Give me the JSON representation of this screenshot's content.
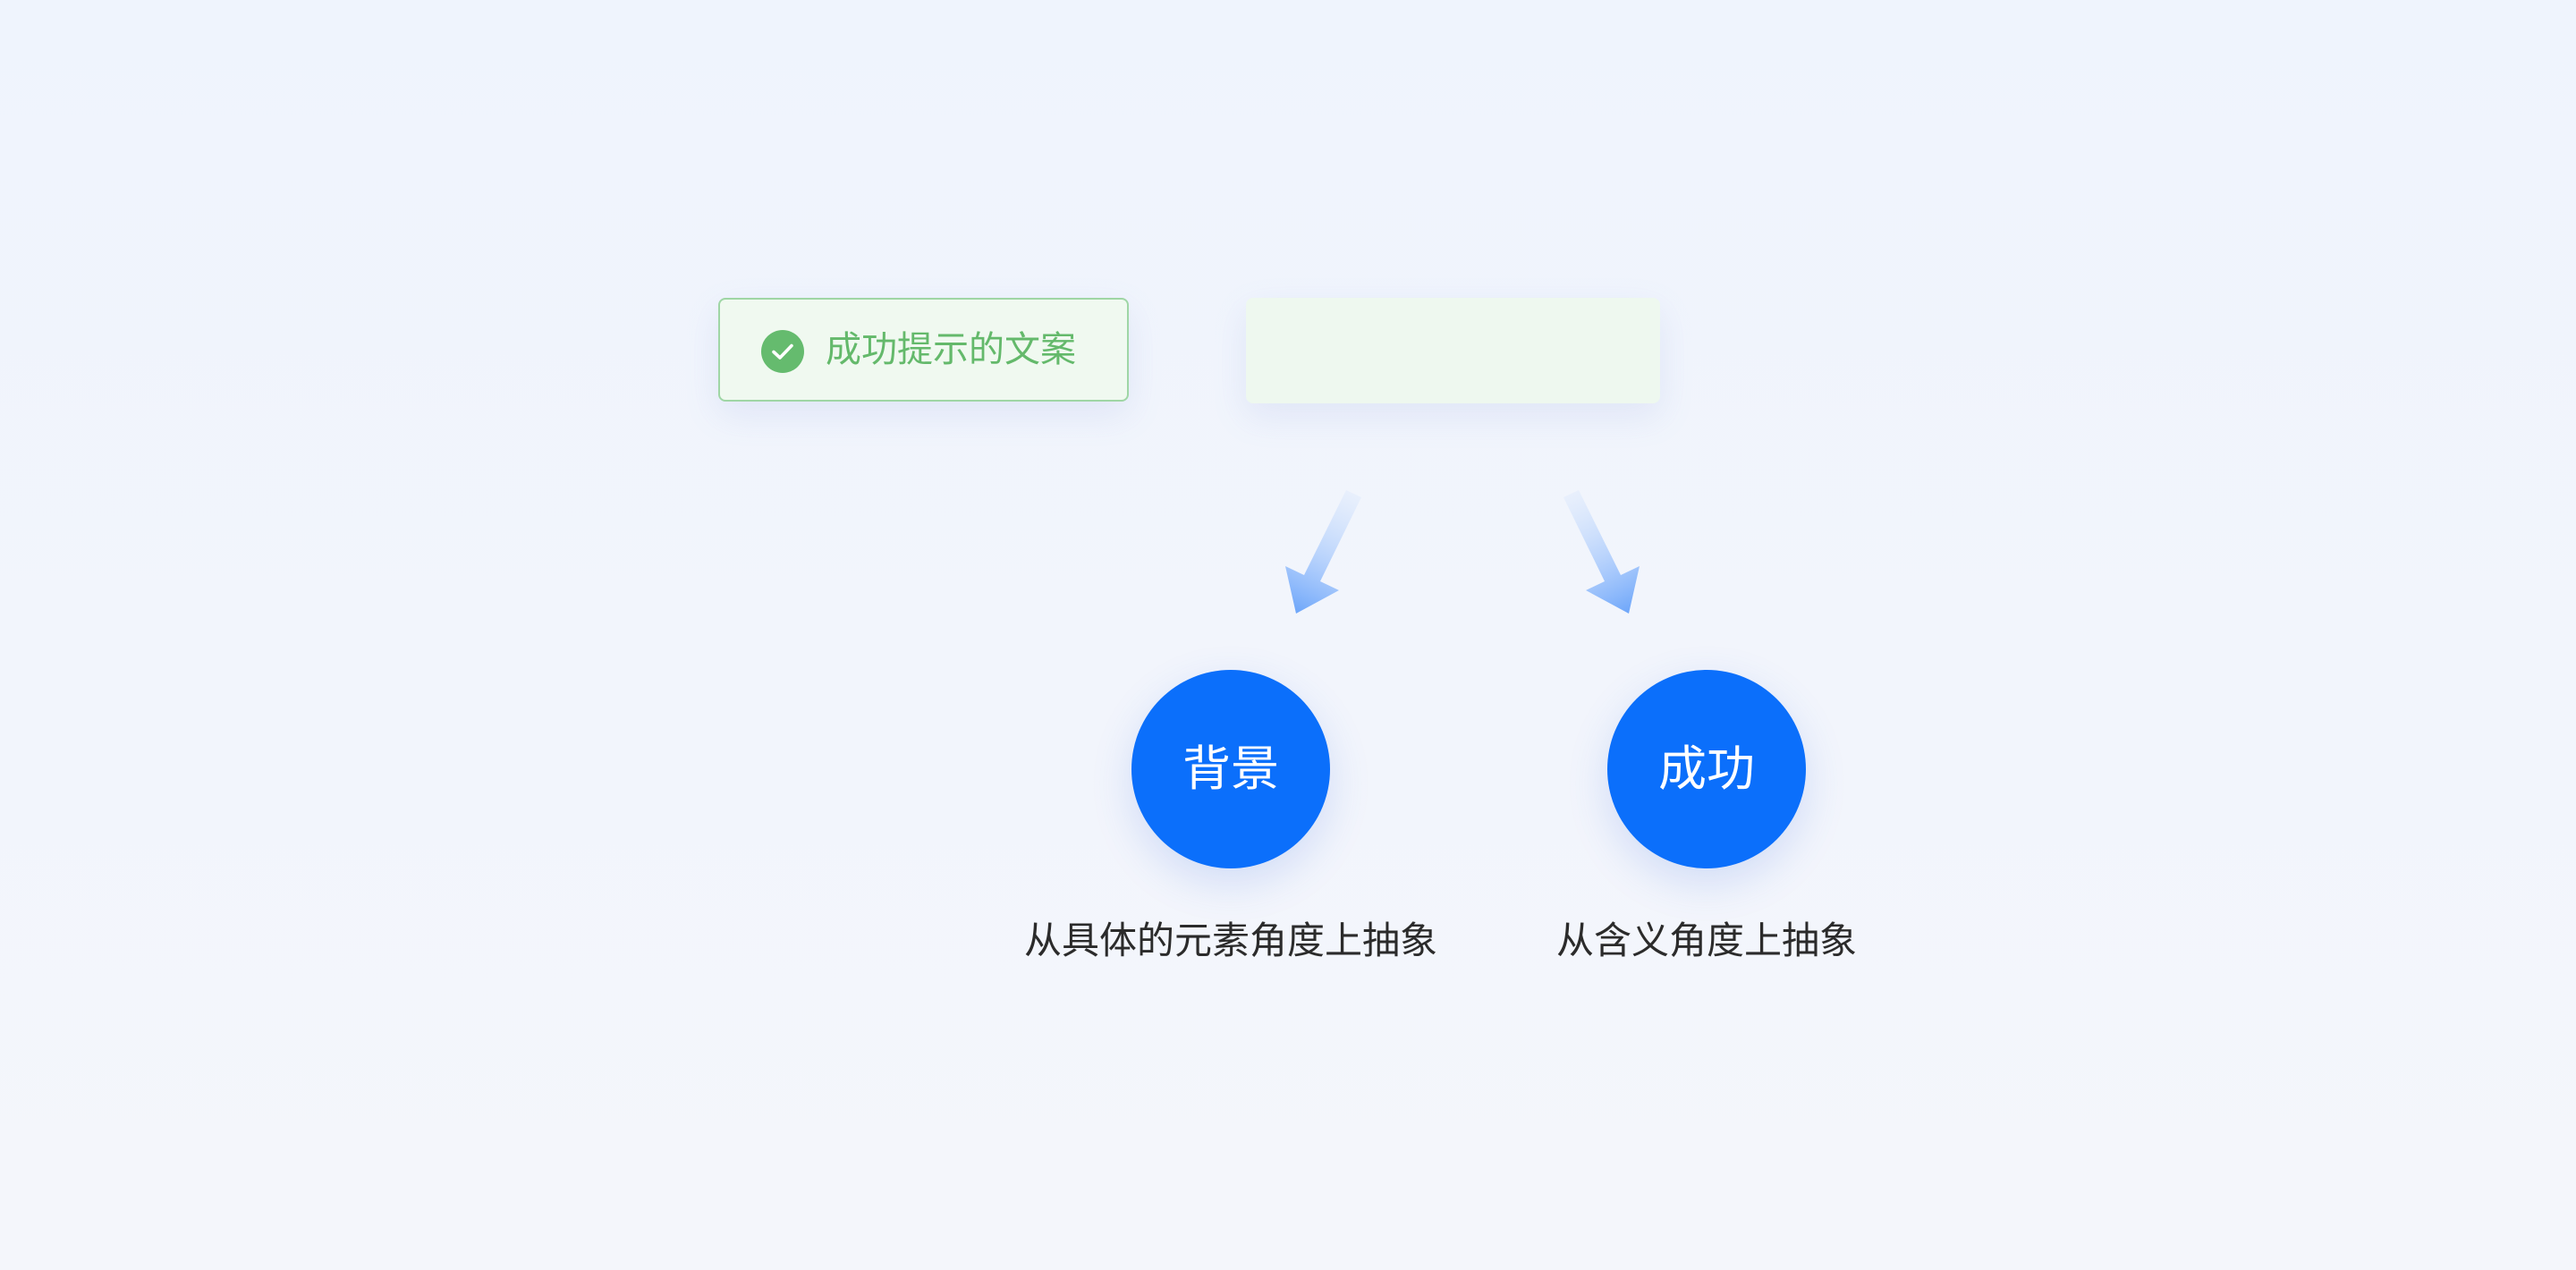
{
  "toast": {
    "text": "成功提示的文案",
    "icon": "check-circle-icon",
    "text_color": "#64b96b",
    "border_color": "#9fd6a5",
    "background_color": "#f0f9f0"
  },
  "background_box": {
    "color": "#eef8ef"
  },
  "nodes": [
    {
      "label": "背景",
      "caption": "从具体的元素角度上抽象",
      "color": "#0b6ffb"
    },
    {
      "label": "成功",
      "caption": "从含义角度上抽象",
      "color": "#0b6ffb"
    }
  ],
  "arrow_color": "#7eb1fb"
}
